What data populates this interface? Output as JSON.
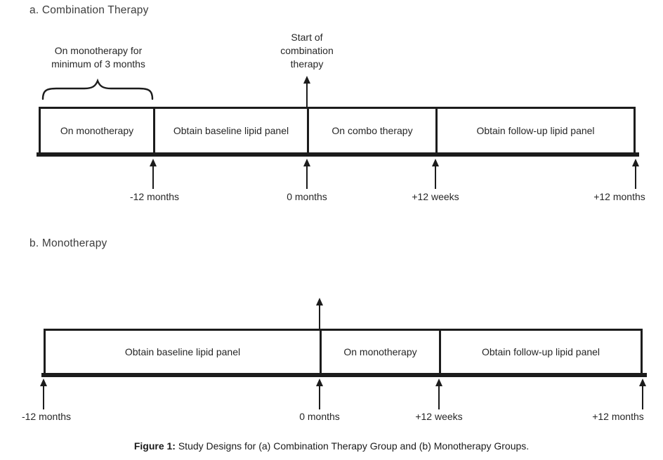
{
  "colors": {
    "ink": "#1c1c1c",
    "text": "#262626",
    "background": "#ffffff"
  },
  "figure": {
    "panel_a": {
      "title": "a. Combination Therapy",
      "brace_label": [
        "On monotherapy for",
        "minimum of 3 months"
      ],
      "event_label": [
        "Start of",
        "combination",
        "therapy"
      ],
      "segments": [
        "On monotherapy",
        "Obtain baseline lipid panel",
        "On combo therapy",
        "Obtain follow-up lipid panel"
      ],
      "time_labels": [
        "-12 months",
        "0 months",
        "+12 weeks",
        "+12 months"
      ]
    },
    "panel_b": {
      "title": "b. Monotherapy",
      "segments": [
        "Obtain baseline lipid panel",
        "On monotherapy",
        "Obtain follow-up lipid panel"
      ],
      "time_labels": [
        "-12 months",
        "0 months",
        "+12 weeks",
        "+12 months"
      ]
    },
    "caption": {
      "bold": "Figure 1:",
      "rest": " Study Designs for (a) Combination Therapy Group and (b) Monotherapy Groups."
    }
  }
}
